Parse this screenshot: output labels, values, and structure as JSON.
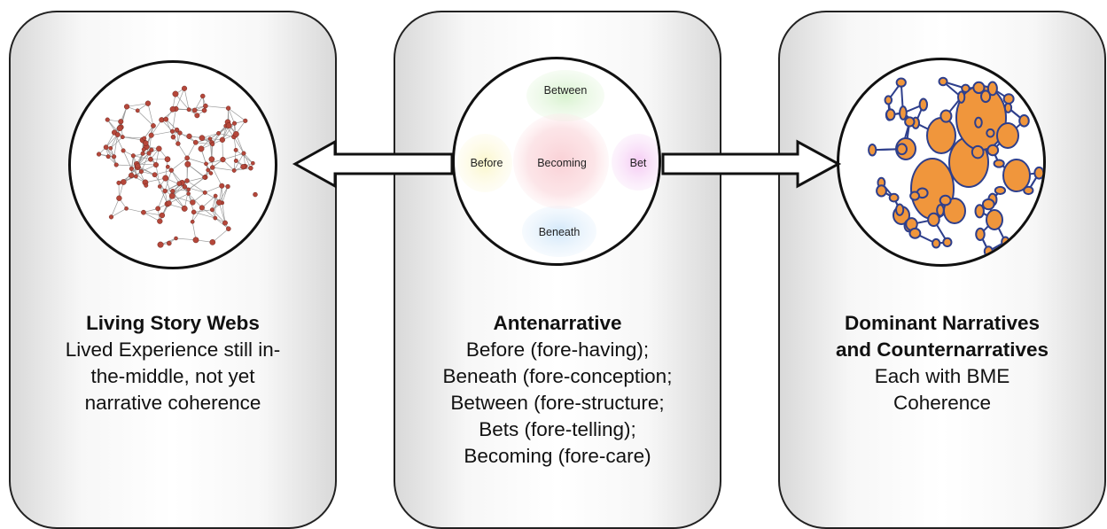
{
  "panels": [
    {
      "title": "Living Story Webs",
      "lines": [
        "Lived Experience still in-",
        "the-middle, not yet",
        "narrative coherence"
      ]
    },
    {
      "title": "Antenarrative",
      "lines": [
        "Before (fore-having);",
        "Beneath (fore-conception;",
        "Between (fore-structure;",
        "Bets (fore-telling);",
        "Becoming (fore-care)"
      ]
    },
    {
      "title": "Dominant Narratives",
      "lines": [
        "and Counternarratives",
        "Each with BME",
        "Coherence"
      ]
    }
  ],
  "petals": {
    "top": "Between",
    "left": "Before",
    "center": "Becoming",
    "right": "Bet",
    "bottom": "Beneath"
  },
  "colors": {
    "web_node": "#b5473a",
    "web_edge": "#9a9a9a",
    "network_node": "#f0963c",
    "network_edge": "#2e3f8c"
  },
  "icons": {
    "left_arrow": "double-outline-arrow-left",
    "right_arrow": "double-outline-arrow-right"
  }
}
